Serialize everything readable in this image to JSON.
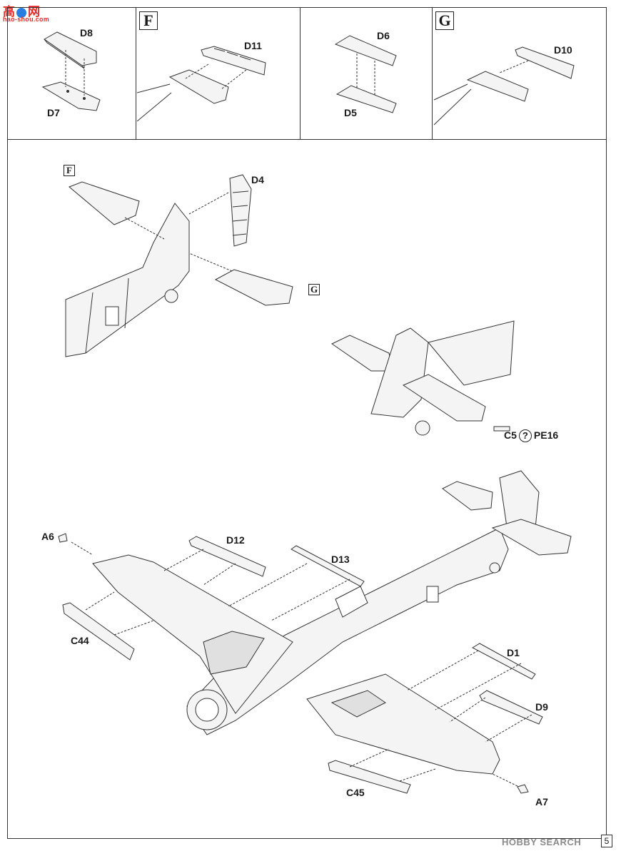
{
  "watermark": {
    "brand": "高",
    "brand2": "网",
    "url": "hao-shou.com"
  },
  "steps": {
    "F": "F",
    "G": "G"
  },
  "parts": {
    "D8": "D8",
    "D7": "D7",
    "D11": "D11",
    "D6": "D6",
    "D5": "D5",
    "D10": "D10",
    "D4": "D4",
    "C5": "C5",
    "PE16": "PE16",
    "A6": "A6",
    "D12": "D12",
    "D13": "D13",
    "C44": "C44",
    "D1": "D1",
    "D9": "D9",
    "C45": "C45",
    "A7": "A7"
  },
  "option_mark": "?",
  "footer": {
    "brand": "HOBBY SEARCH",
    "page": "5"
  },
  "colors": {
    "line": "#333333",
    "fill": "#f4f4f4",
    "panel": "#e8e8e8",
    "watermark": "#e62b2b",
    "footer": "#8a8a8a"
  }
}
